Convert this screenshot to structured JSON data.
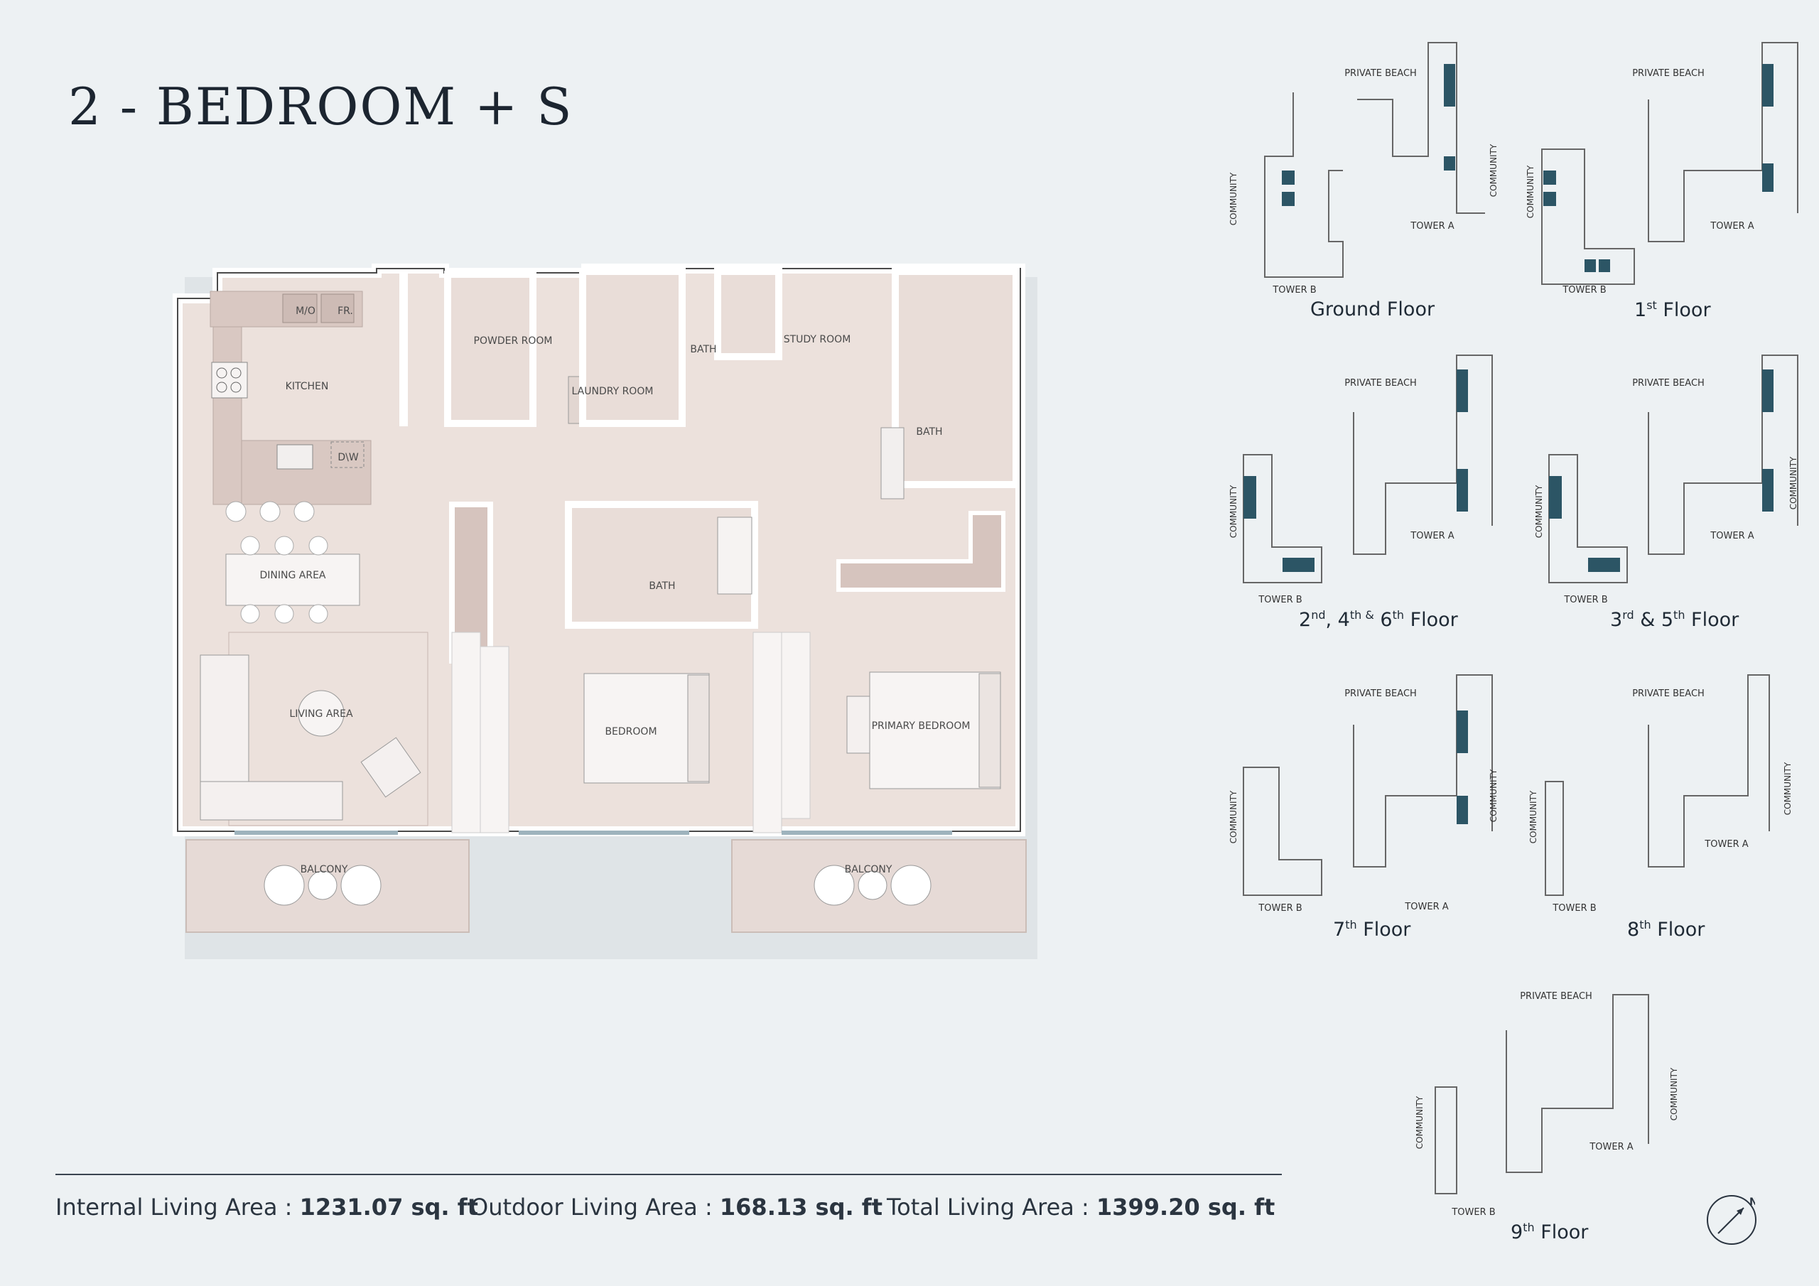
{
  "title": "2 - BEDROOM + S",
  "plan_labels": {
    "mo": "M/O",
    "fr": "FR.",
    "kitchen": "KITCHEN",
    "dw": "D\\W",
    "powder_room": "POWDER ROOM",
    "laundry_room": "LAUNDRY ROOM",
    "bath1": "BATH",
    "study_room": "STUDY ROOM",
    "bath2": "BATH",
    "dining_area": "DINING AREA",
    "living_area": "LIVING AREA",
    "bath3": "BATH",
    "bedroom": "BEDROOM",
    "primary_bedroom": "PRIMARY BEDROOM",
    "balcony_left": "BALCONY",
    "balcony_right": "BALCONY"
  },
  "areas": {
    "internal_label": "Internal Living Area :",
    "internal_value": "1231.07 sq. ft",
    "outdoor_label": "Outdoor Living Area :",
    "outdoor_value": "168.13 sq. ft",
    "total_label": "Total Living Area :",
    "total_value": "1399.20 sq. ft"
  },
  "keyplan_text": {
    "private_beach": "PRIVATE BEACH",
    "community": "COMMUNITY",
    "tower_a": "TOWER A",
    "tower_b": "TOWER B"
  },
  "floors": {
    "ground": "Ground Floor",
    "first_num": "1",
    "first_sup": "st",
    "first_word": " Floor",
    "second_a": "2",
    "second_a_sup": "nd",
    "second_b": ", 4",
    "second_b_sup": "th &",
    "second_c": " 6",
    "second_c_sup": "th",
    "second_word": " Floor",
    "third_a": "3",
    "third_a_sup": "rd",
    "third_b": " & 5",
    "third_b_sup": "th",
    "third_word": " Floor",
    "seventh_num": "7",
    "seventh_sup": "th",
    "seventh_word": " Floor",
    "eighth_num": "8",
    "eighth_sup": "th",
    "eighth_word": " Floor",
    "ninth_num": "9",
    "ninth_sup": "th",
    "ninth_word": " Floor"
  },
  "compass": {
    "north": "N"
  },
  "colors": {
    "background": "#edf1f3",
    "floor": "#ece1dc",
    "wall": "#ffffff",
    "accent_unit": "#2c5565",
    "balcony": "#e6dad6"
  }
}
